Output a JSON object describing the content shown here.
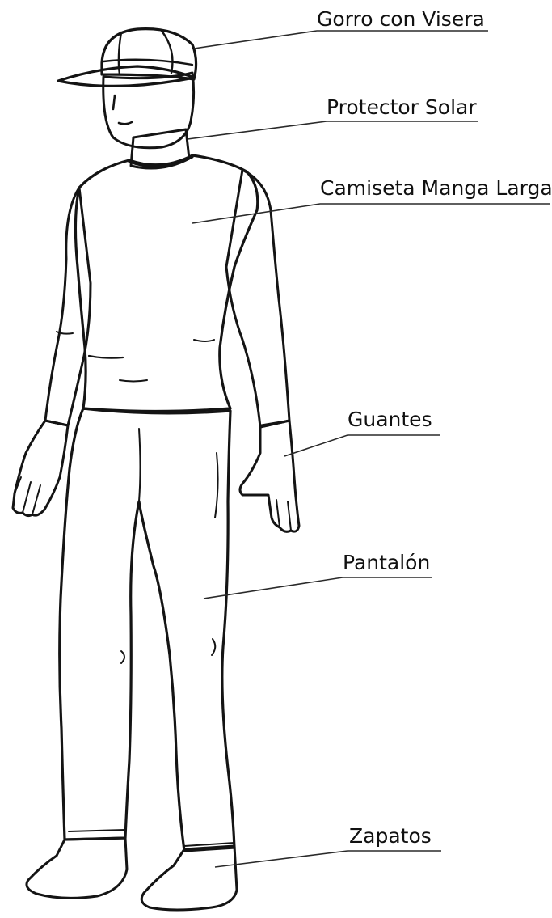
{
  "labels": {
    "cap": "Gorro con Visera",
    "sunscreen": "Protector Solar",
    "shirt": "Camiseta Manga Larga",
    "gloves": "Guantes",
    "pants": "Pantalón",
    "shoes": "Zapatos"
  },
  "colors": {
    "cap": "#4fb35e",
    "skin": "#f2d2b6",
    "shirt": "#6fc27a",
    "gloves": "#808080",
    "pants": "#1f2f88",
    "shoes": "#6e4125",
    "outline": "#141414"
  }
}
